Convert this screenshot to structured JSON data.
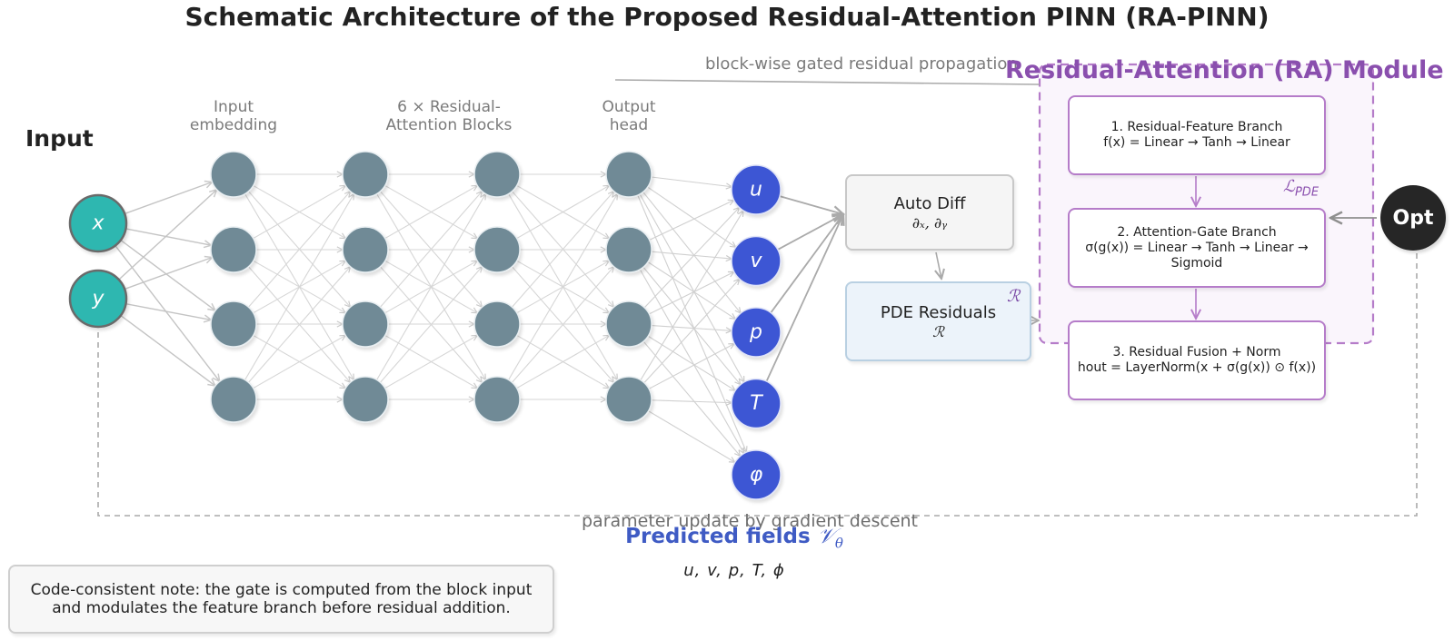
{
  "title": "Schematic Architecture of the Proposed Residual-Attention PINN (RA-PINN)",
  "colors": {
    "input_node": "#2fb7b0",
    "input_node_border": "#6a6a6a",
    "hidden_node": "#708a96",
    "output_node": "#3d56d4",
    "ra_accent": "#8a4fae",
    "opt_node": "#262626",
    "edge": "#cccccc"
  },
  "input": {
    "heading": "Input",
    "nodes": [
      {
        "symbol": "x"
      },
      {
        "symbol": "y"
      }
    ]
  },
  "layer_labels": {
    "embedding": [
      "Input",
      "embedding"
    ],
    "blocks": [
      "6 × Residual-",
      "Attention Blocks"
    ],
    "head": [
      "Output",
      "head"
    ]
  },
  "hidden": {
    "layers": 4,
    "nodes_per_layer": 4
  },
  "outputs": {
    "nodes": [
      {
        "symbol": "u",
        "to_autodiff": true
      },
      {
        "symbol": "v",
        "to_autodiff": true
      },
      {
        "symbol": "p",
        "to_autodiff": true
      },
      {
        "symbol": "T",
        "to_autodiff": true
      },
      {
        "symbol": "φ",
        "to_autodiff": false
      }
    ]
  },
  "propagation_label": "block-wise gated residual propagation",
  "autodiff": {
    "title": "Auto Diff",
    "ops": "∂ₓ,  ∂ᵧ"
  },
  "pde": {
    "title": "PDE Residuals",
    "symbol": "ℛ",
    "corner_symbol": "ℛ"
  },
  "ra_module": {
    "title": "Residual-Attention (RA) Module",
    "steps": [
      {
        "title": "1. Residual-Feature Branch",
        "formula": "f(x) = Linear → Tanh → Linear"
      },
      {
        "title": "2. Attention-Gate Branch",
        "formula": "σ(g(x)) = Linear → Tanh → Linear → Sigmoid"
      },
      {
        "title": "3. Residual Fusion + Norm",
        "formula": "hout = LayerNorm(x + σ(g(x)) ⊙ f(x))"
      }
    ],
    "loss_label": "ℒ",
    "loss_sub": "PDE"
  },
  "optimizer": {
    "label": "Opt"
  },
  "feedback_label": "parameter update by gradient descent",
  "predicted": {
    "title": "Predicted fields",
    "symbol": "𝒱",
    "symbol_sub": "θ",
    "fields": "u, v, p, T, ϕ"
  },
  "note": {
    "line1": "Code-consistent note: the gate is computed from the block input",
    "line2": "and modulates the feature branch before residual addition."
  }
}
